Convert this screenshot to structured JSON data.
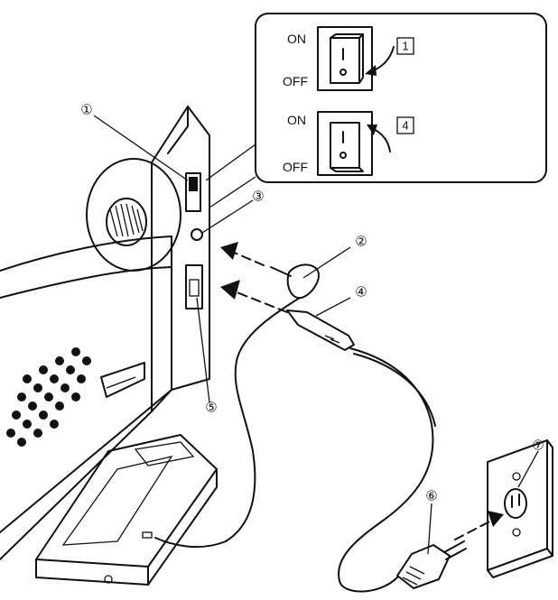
{
  "inset": {
    "top_switch": {
      "on_label": "ON",
      "off_label": "OFF",
      "step": "1"
    },
    "bottom_switch": {
      "on_label": "ON",
      "off_label": "OFF",
      "step": "4"
    }
  },
  "callouts": [
    "①",
    "②",
    "③",
    "④",
    "⑤",
    "⑥",
    "⑦"
  ]
}
